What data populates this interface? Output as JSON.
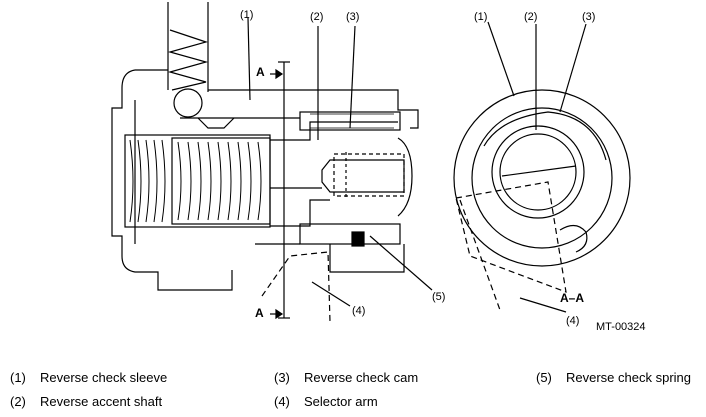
{
  "diagram": {
    "callouts_left": [
      "(1)",
      "(2)",
      "(3)",
      "(4)",
      "(5)"
    ],
    "callouts_right": [
      "(1)",
      "(2)",
      "(3)",
      "(4)"
    ],
    "section_marker": "A",
    "section_view_label": "A–A",
    "figure_code": "MT-00324"
  },
  "legend": [
    {
      "num": "(1)",
      "label": "Reverse check sleeve"
    },
    {
      "num": "(2)",
      "label": "Reverse accent shaft"
    },
    {
      "num": "(3)",
      "label": "Reverse check cam"
    },
    {
      "num": "(4)",
      "label": "Selector arm"
    },
    {
      "num": "(5)",
      "label": "Reverse check spring"
    }
  ]
}
